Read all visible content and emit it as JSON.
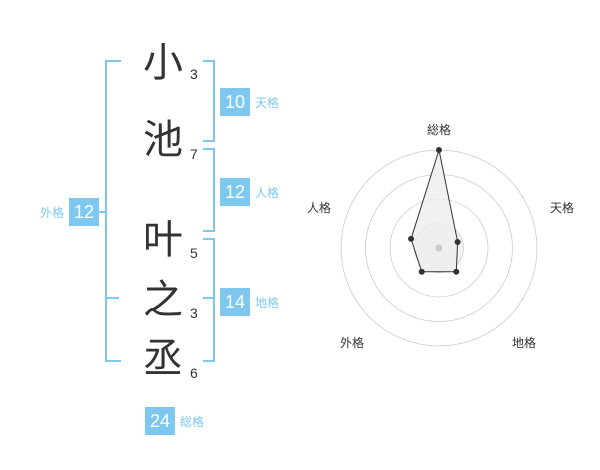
{
  "name_chars": [
    {
      "char": "小",
      "strokes": "3"
    },
    {
      "char": "池",
      "strokes": "7"
    },
    {
      "char": "叶",
      "strokes": "5"
    },
    {
      "char": "之",
      "strokes": "3"
    },
    {
      "char": "丞",
      "strokes": "6"
    }
  ],
  "scores": {
    "tenkaku": {
      "label": "天格",
      "value": "10"
    },
    "jinkaku": {
      "label": "人格",
      "value": "12"
    },
    "chikaku": {
      "label": "地格",
      "value": "14"
    },
    "gaikaku": {
      "label": "外格",
      "value": "12"
    },
    "soukaku": {
      "label": "総格",
      "value": "24"
    }
  },
  "radar": {
    "labels": {
      "top": "総格",
      "right": "天格",
      "bottom_right": "地格",
      "bottom_left": "外格",
      "left": "人格"
    },
    "levels": [
      1.0,
      0.2,
      0.3,
      0.3,
      0.3
    ],
    "level_order": [
      "総格",
      "天格",
      "地格",
      "外格",
      "人格"
    ],
    "colors": {
      "accent": "#7ec8f0",
      "grid": "#cccccc",
      "fill": "#eeeeee",
      "point": "#333333"
    }
  }
}
